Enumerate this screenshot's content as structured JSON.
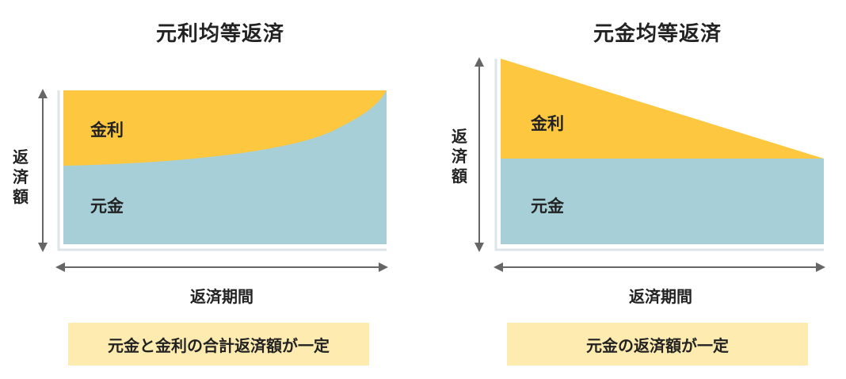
{
  "colors": {
    "interest": "#fdc83f",
    "principal": "#a6cfd8",
    "note_bg": "#feebb0",
    "arrow": "#666666",
    "frame": "#dde5e8"
  },
  "left": {
    "title": "元利均等返済",
    "interest_label": "金利",
    "principal_label": "元金",
    "ylabel": "返済額",
    "xlabel": "返済期間",
    "note": "元金と金利の合計返済額が一定"
  },
  "right": {
    "title": "元金均等返済",
    "interest_label": "金利",
    "principal_label": "元金",
    "ylabel": "返済額",
    "xlabel": "返済期間",
    "note": "元金の返済額が一定"
  },
  "chart_data": [
    {
      "type": "area",
      "title": "元利均等返済",
      "xlabel": "返済期間",
      "ylabel": "返済額",
      "series": [
        {
          "name": "元金",
          "description": "increases over time (curve)",
          "values_relative": [
            0.51,
            0.55,
            0.62,
            0.74,
            1.0
          ]
        },
        {
          "name": "金利",
          "description": "decreases over time",
          "values_relative": [
            0.49,
            0.45,
            0.38,
            0.26,
            0.0
          ]
        }
      ],
      "total": "constant"
    },
    {
      "type": "area",
      "title": "元金均等返済",
      "xlabel": "返済期間",
      "ylabel": "返済額",
      "series": [
        {
          "name": "元金",
          "description": "constant",
          "values_relative": [
            0.46,
            0.46
          ]
        },
        {
          "name": "金利",
          "description": "decreases linearly to zero",
          "values_relative": [
            0.54,
            0.0
          ]
        }
      ],
      "total": "decreasing"
    }
  ]
}
